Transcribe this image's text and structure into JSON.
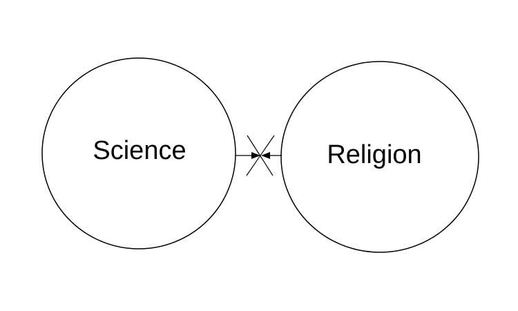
{
  "diagram": {
    "nodes": [
      {
        "id": "science",
        "label": "Science"
      },
      {
        "id": "religion",
        "label": "Religion"
      }
    ],
    "relation": {
      "type": "opposing-arrows-crossed",
      "from": [
        "science",
        "religion"
      ]
    }
  },
  "colors": {
    "stroke": "#000000",
    "background": "#ffffff"
  }
}
